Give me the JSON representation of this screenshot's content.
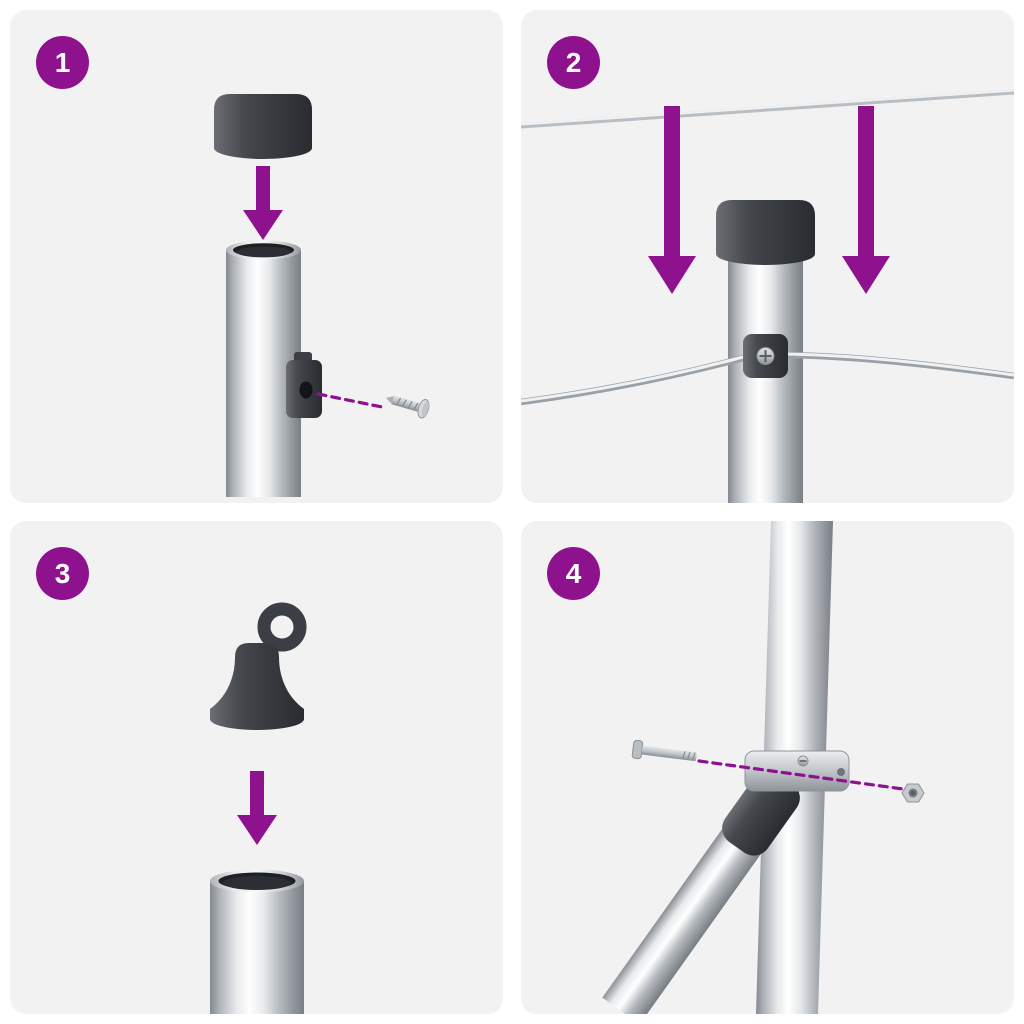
{
  "theme": {
    "accent": "#8E128E",
    "panel_bg": "#F2F2F3",
    "cap_color": "#3B3E44",
    "background": "#FFFFFF"
  },
  "steps": [
    {
      "number": "1",
      "illustration": "push-round-cap-onto-post-top-and-fit-screw-bracket"
    },
    {
      "number": "2",
      "illustration": "lower-tension-wires-down-into-post-wire-clamp"
    },
    {
      "number": "3",
      "illustration": "push-eyelet-end-cap-onto-open-tube"
    },
    {
      "number": "4",
      "illustration": "bolt-diagonal-brace-clamp-around-post-with-nut"
    }
  ]
}
